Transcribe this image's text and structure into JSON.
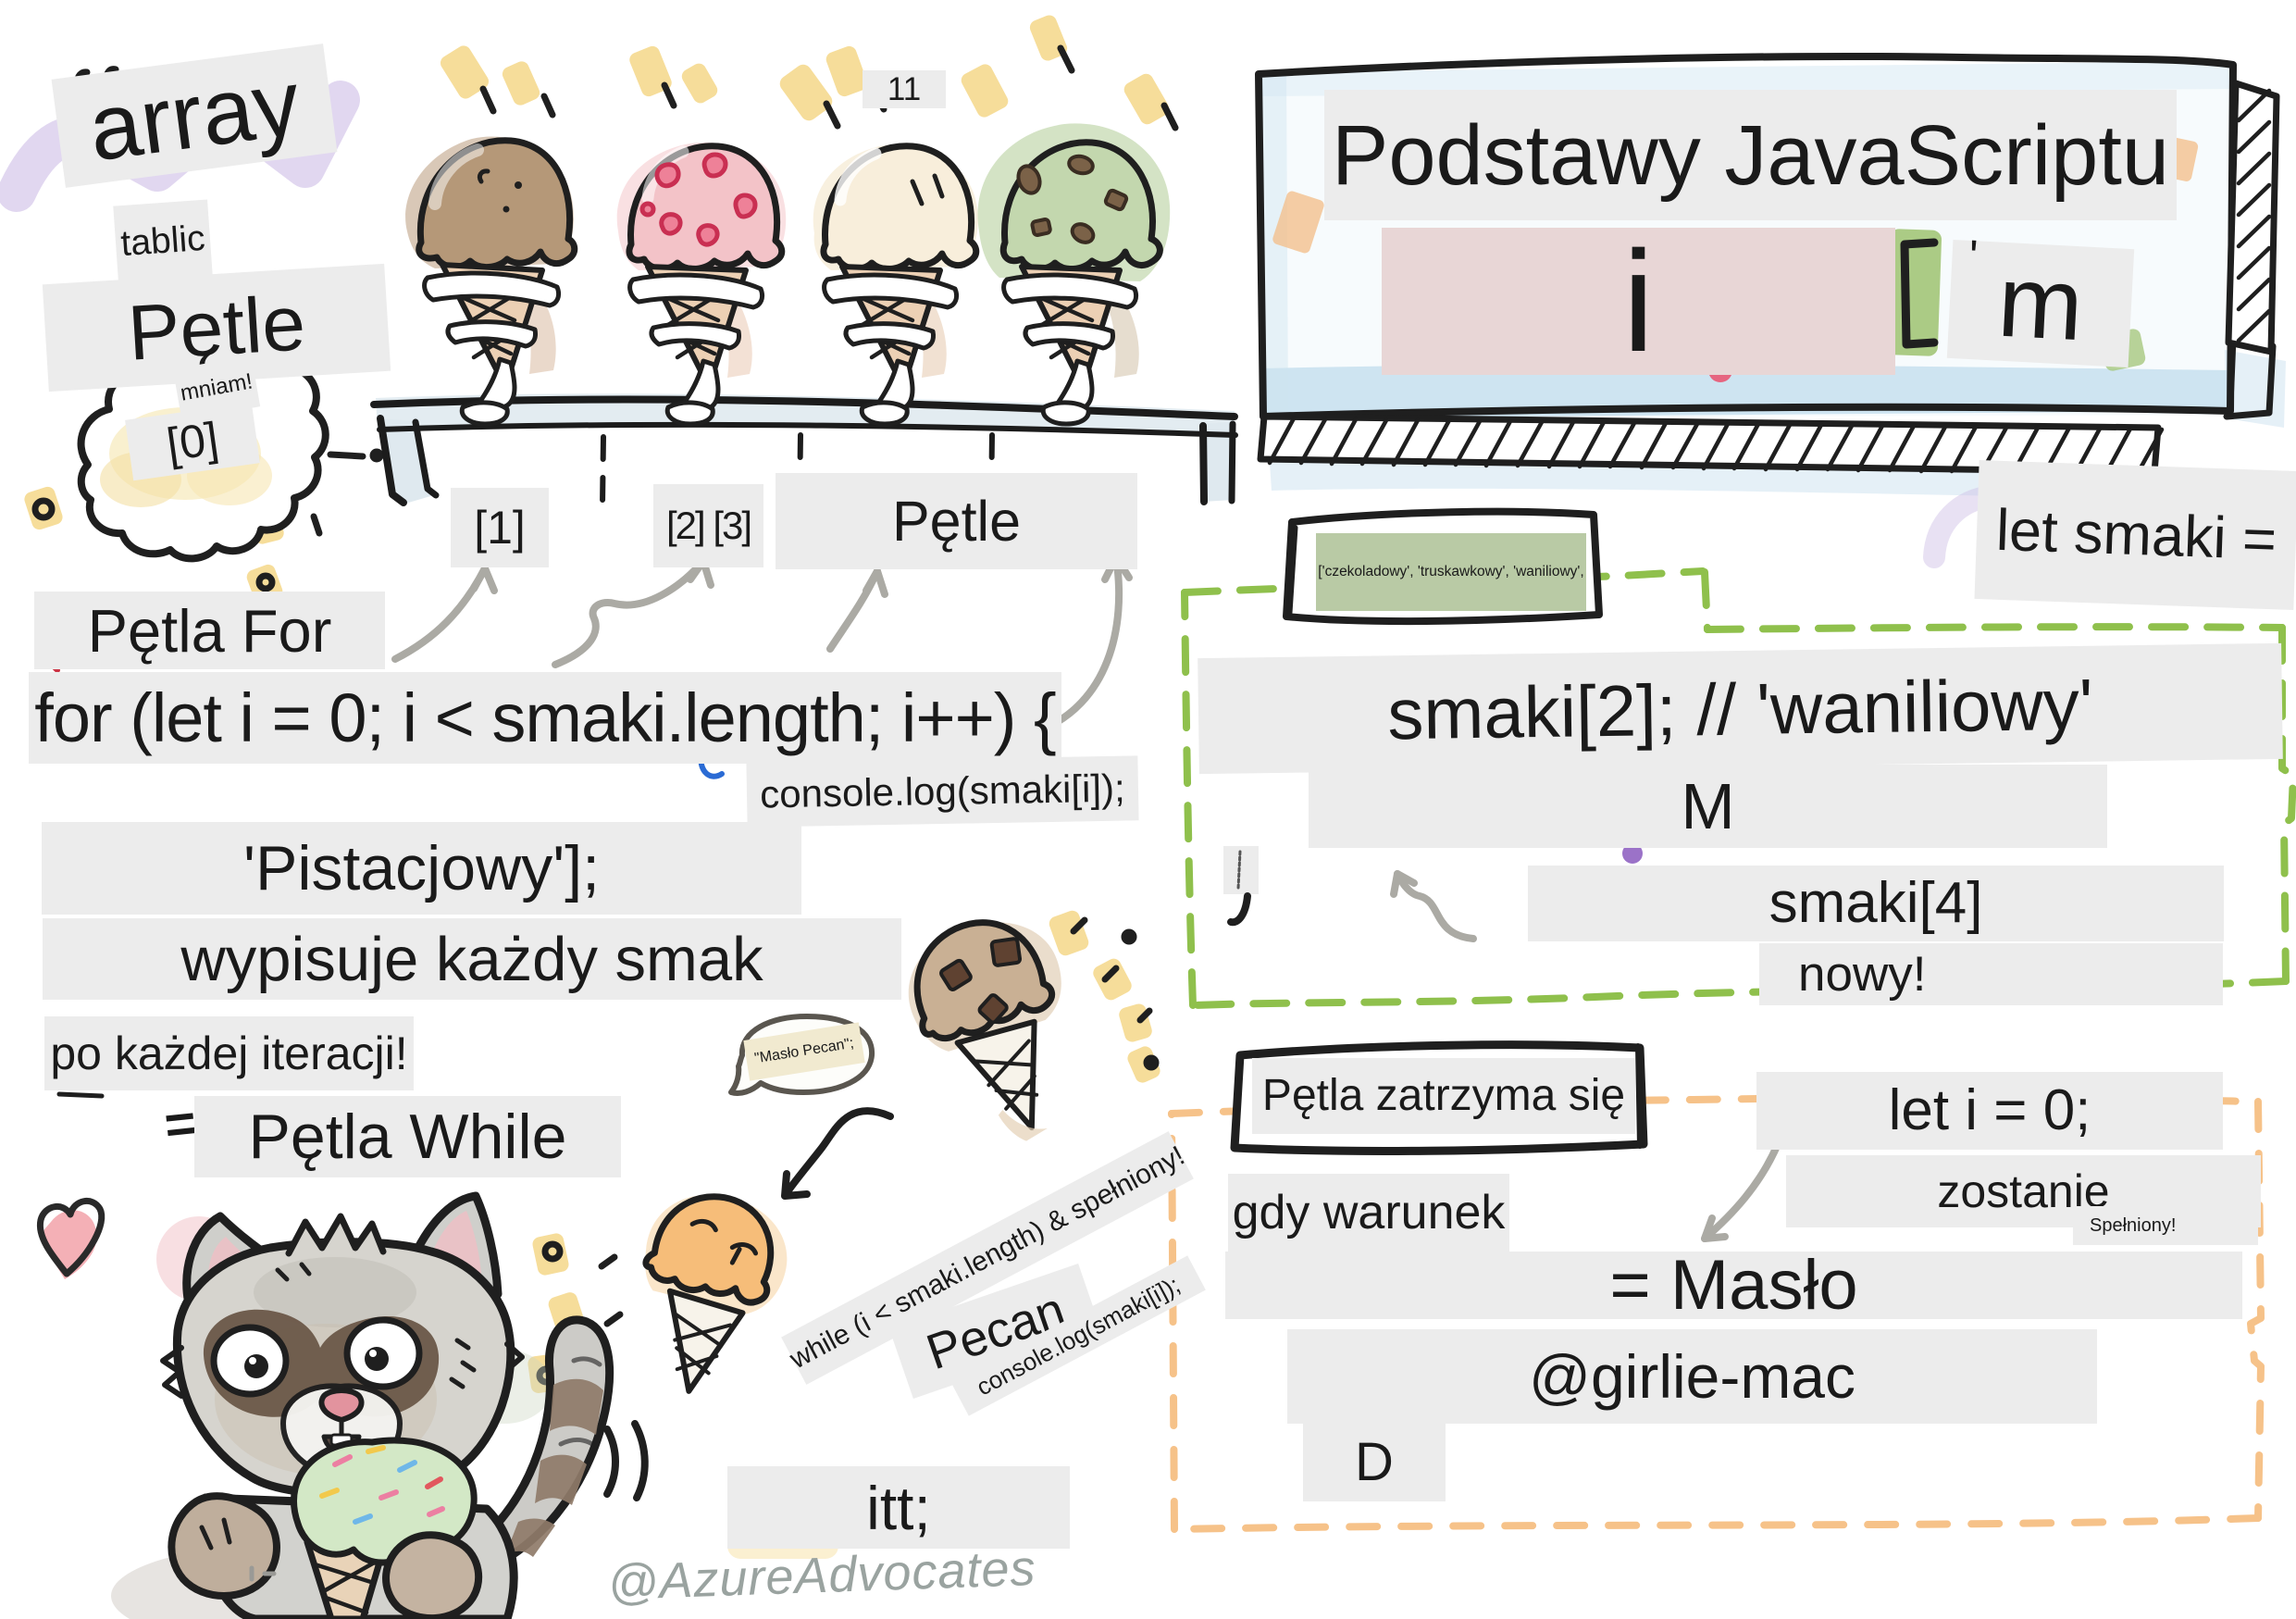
{
  "title_banner": {
    "title": "Podstawy JavaScriptu",
    "fragment_i": "i",
    "fragment_m": "m",
    "apostrophe": "'"
  },
  "page_number": "11",
  "array_section": {
    "array_label": "array",
    "tablic_label": "tablic",
    "petle_label": "Pętle",
    "mniam_label": "mniam!",
    "index0_label": "[0]",
    "index1_label": "[1]",
    "index23_label": "[2] [3]",
    "petle_bench_label": "Pętle"
  },
  "for_loop_section": {
    "heading": "Pętla For",
    "code_line": "for (let i = 0; i < smaki.length; i++) {",
    "body_line": "console.log(smaki[i]);",
    "array_tail": "'Pistacjowy'];",
    "explain_line": "wypisuje każdy smak",
    "iteration_note": "po każdej iteracji!"
  },
  "array_box": {
    "array_literal": "['czekoladowy', 'truskawkowy', 'waniliowy',",
    "let_smaki": "let smaki =",
    "access_line": "smaki[2]; // 'waniliowy'",
    "m_fragment": "M",
    "smaki4": "smaki[4]",
    "nowy": "nowy!"
  },
  "while_section": {
    "equals": "=",
    "heading": "Pętla While",
    "speech_bubble": "\"Masło Pecan\";",
    "condition_line": "while (i < smaki.length) & spełniony!",
    "pecan": "Pecan",
    "body_line": "console.log(smaki[i]);",
    "itt": "itt;",
    "stop_heading": "Pętla zatrzyma się",
    "let_i": "let i = 0;",
    "zostanie": "zostanie",
    "spelniony": "Spełniony!",
    "gdy_warunek": "gdy warunek",
    "maslo": "= Masło",
    "girlie_mac": "@girlie-mac",
    "d_fragment": "D"
  },
  "watermark": "@AzureAdvocates",
  "illustrations": [
    "chocolate-ice-cream-cone",
    "strawberry-ice-cream-cone",
    "vanilla-ice-cream-cone",
    "pistachio-ice-cream-cone",
    "bench",
    "cloud-splat",
    "raccoon-eating-ice-cream",
    "heart",
    "butter-pecan-ice-cream",
    "orange-ice-cream",
    "speech-bubble",
    "confetti"
  ],
  "colors": {
    "paper": "#ffffff",
    "label_patch": "#ececec",
    "ink": "#1f1f1f",
    "green_dashed_box": "#8fc04c",
    "orange_dashed_box": "#f6c289",
    "banner_blue": "#c7e0ef",
    "array_literal_green": "#b9caa5",
    "banner_pink": "#e8d6d6",
    "gray_arrow": "#abaaa4",
    "confetti_yellow": "#f6dd9a"
  }
}
